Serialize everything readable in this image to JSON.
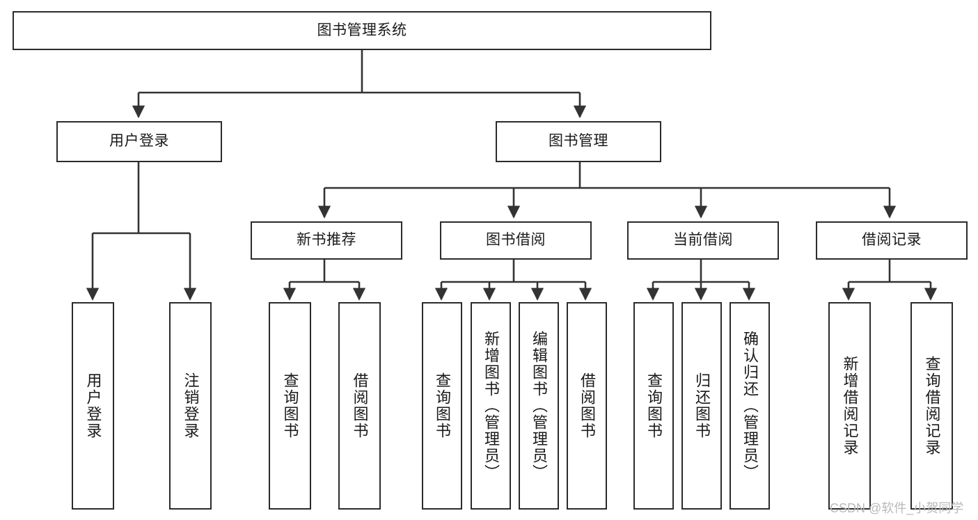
{
  "diagram": {
    "title": "图书管理系统",
    "type": "hierarchy-tree",
    "colors": {
      "box_border": "#2b2b2b",
      "box_fill": "#ffffff",
      "connector": "#333333",
      "text": "#1a1a1a",
      "watermark": "#b9b9b9"
    },
    "nodes": {
      "root": {
        "label": "图书管理系统",
        "level": 0,
        "orientation": "horizontal"
      },
      "user_login": {
        "label": "用户登录",
        "level": 1,
        "orientation": "horizontal"
      },
      "book_manage": {
        "label": "图书管理",
        "level": 1,
        "orientation": "horizontal"
      },
      "new_book_rec": {
        "label": "新书推荐",
        "level": 2,
        "orientation": "horizontal"
      },
      "book_borrow": {
        "label": "图书借阅",
        "level": 2,
        "orientation": "horizontal"
      },
      "current_borrow": {
        "label": "当前借阅",
        "level": 2,
        "orientation": "horizontal"
      },
      "borrow_record": {
        "label": "借阅记录",
        "level": 2,
        "orientation": "horizontal"
      },
      "leaf_1": {
        "label": "用户登录",
        "level": 3,
        "orientation": "vertical",
        "parent": "user_login"
      },
      "leaf_2": {
        "label": "注销登录",
        "level": 3,
        "orientation": "vertical",
        "parent": "user_login"
      },
      "leaf_3": {
        "label": "查询图书",
        "level": 3,
        "orientation": "vertical",
        "parent": "new_book_rec"
      },
      "leaf_4": {
        "label": "借阅图书",
        "level": 3,
        "orientation": "vertical",
        "parent": "new_book_rec"
      },
      "leaf_5": {
        "label": "查询图书",
        "level": 3,
        "orientation": "vertical",
        "parent": "book_borrow"
      },
      "leaf_6": {
        "label": "新增图书（管理员）",
        "level": 3,
        "orientation": "vertical",
        "parent": "book_borrow"
      },
      "leaf_7": {
        "label": "编辑图书（管理员）",
        "level": 3,
        "orientation": "vertical",
        "parent": "book_borrow"
      },
      "leaf_8": {
        "label": "借阅图书",
        "level": 3,
        "orientation": "vertical",
        "parent": "book_borrow"
      },
      "leaf_9": {
        "label": "查询图书",
        "level": 3,
        "orientation": "vertical",
        "parent": "current_borrow"
      },
      "leaf_10": {
        "label": "归还图书",
        "level": 3,
        "orientation": "vertical",
        "parent": "current_borrow"
      },
      "leaf_11": {
        "label": "确认归还（管理员）",
        "level": 3,
        "orientation": "vertical",
        "parent": "current_borrow"
      },
      "leaf_12": {
        "label": "新增借阅记录",
        "level": 3,
        "orientation": "vertical",
        "parent": "borrow_record"
      },
      "leaf_13": {
        "label": "查询借阅记录",
        "level": 3,
        "orientation": "vertical",
        "parent": "borrow_record"
      }
    },
    "watermark": "CSDN @软件_小贺同学"
  }
}
